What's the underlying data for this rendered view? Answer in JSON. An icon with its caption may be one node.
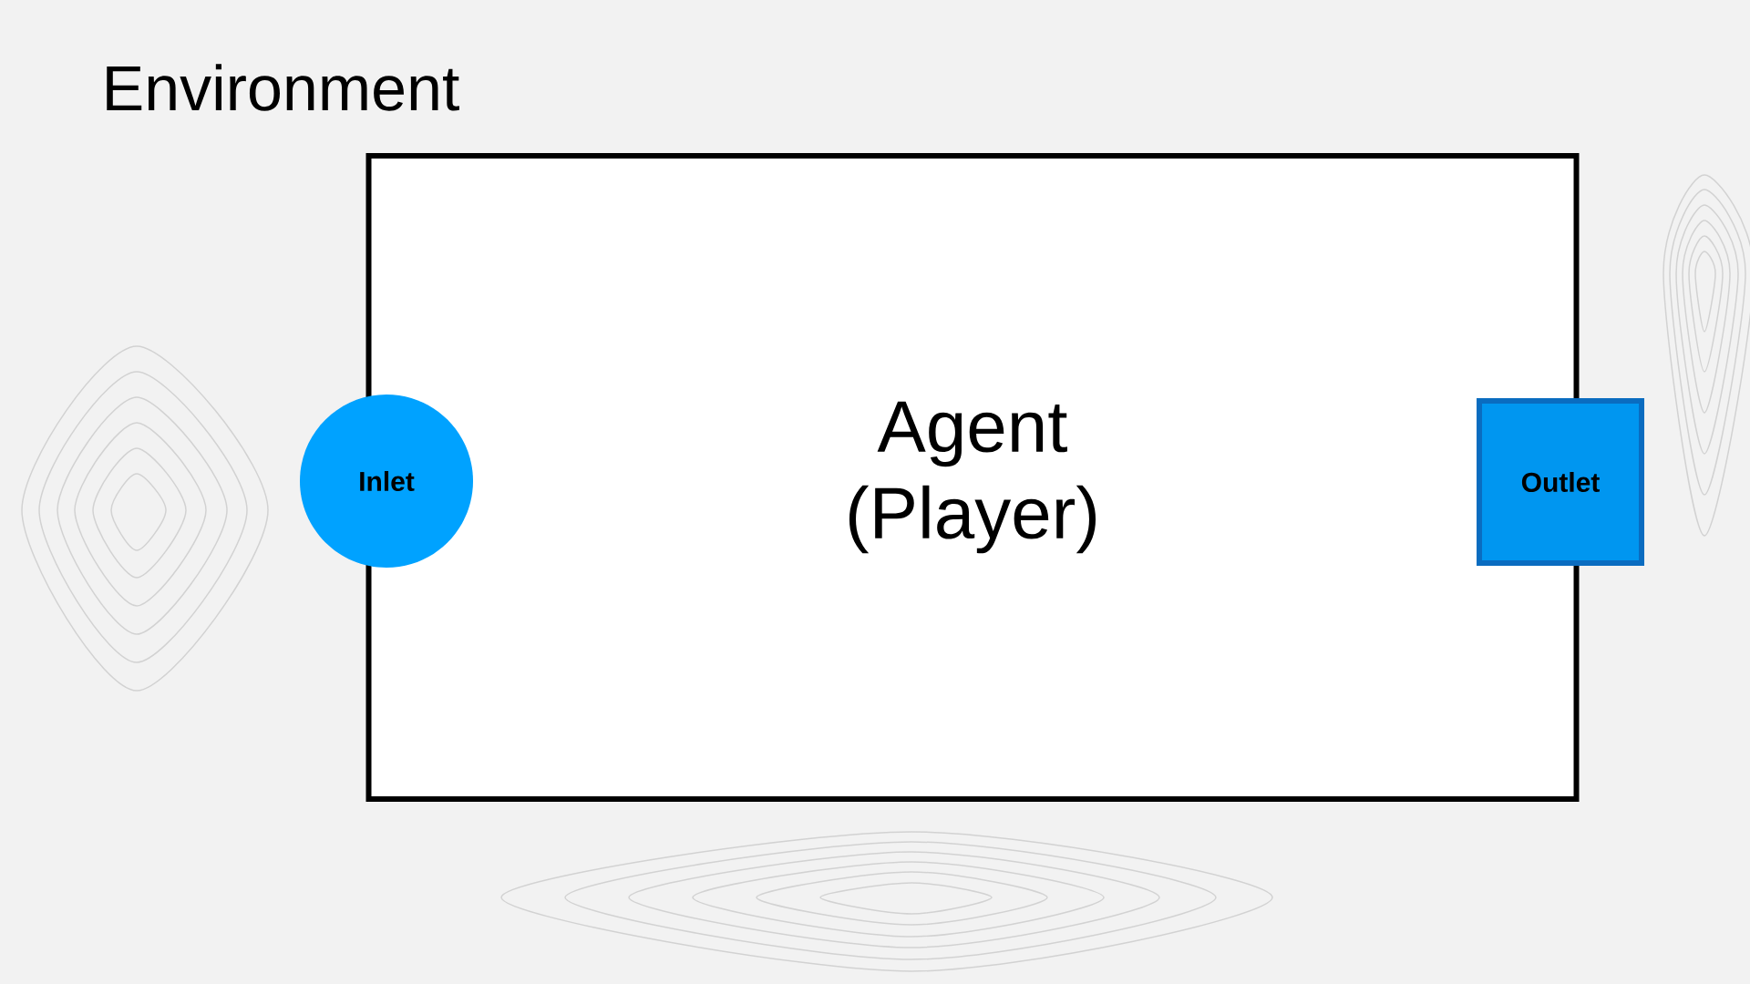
{
  "diagram": {
    "title": "Environment",
    "nodes": [
      {
        "text": [
          "Agent (Player)"
        ]
      },
      {
        "text": [
          "Inlet"
        ]
      },
      {
        "text": [
          "Outlet"
        ]
      }
    ]
  }
}
